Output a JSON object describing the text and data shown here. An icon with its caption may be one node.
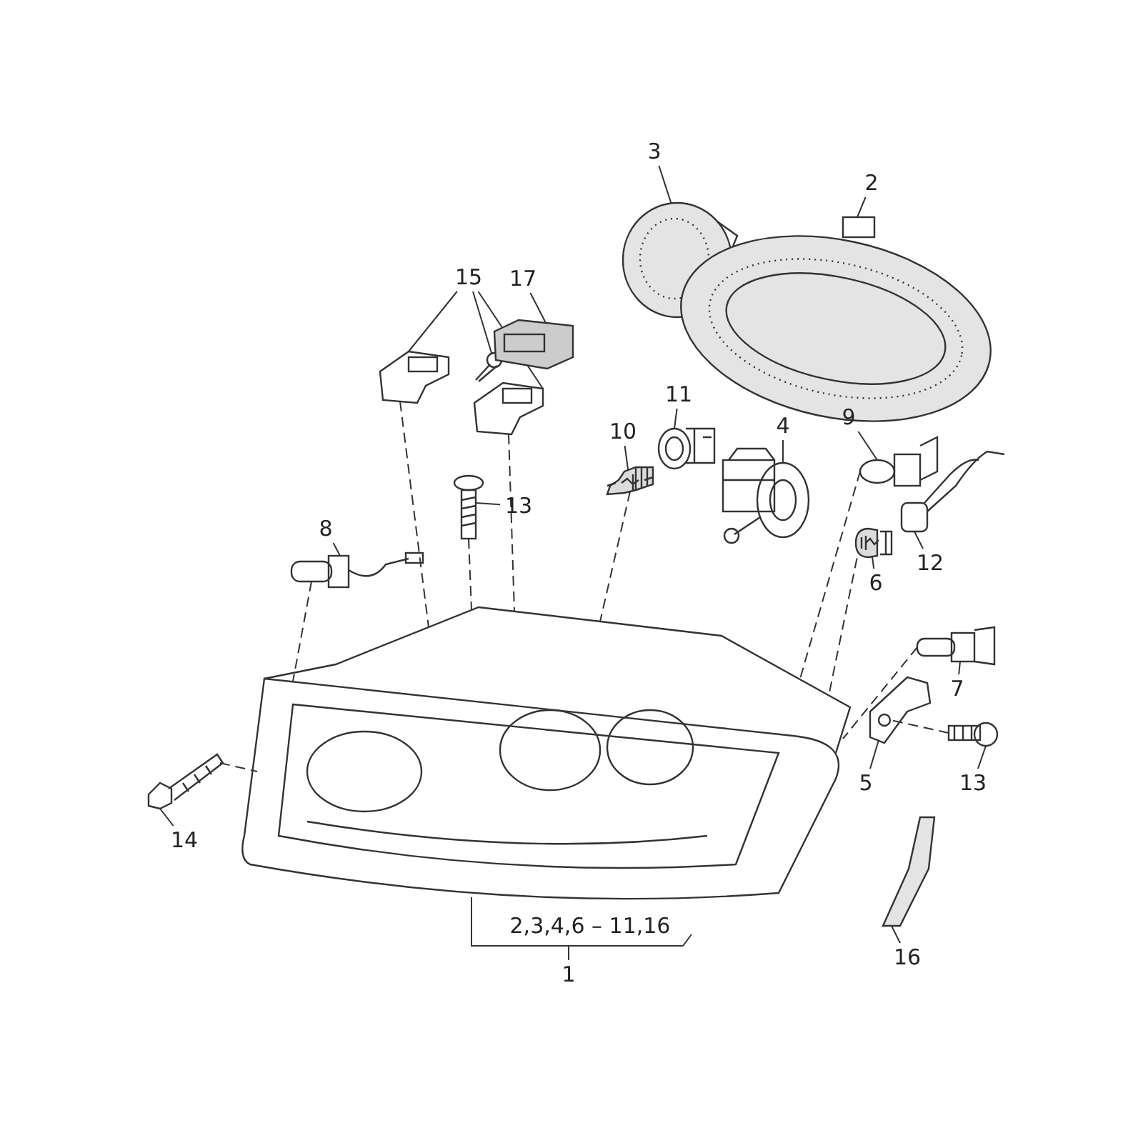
{
  "diagram": {
    "nodes": [
      {
        "text": [
          "3"
        ]
      },
      {
        "text": [],
        "shape": "picture"
      },
      {
        "text": [
          "2"
        ]
      },
      {
        "text": [],
        "shape": "picture"
      },
      {
        "text": [
          "15"
        ]
      },
      {
        "text": [],
        "shape": "picture"
      },
      {
        "text": [],
        "shape": "picture"
      },
      {
        "text": [],
        "shape": "picture"
      },
      {
        "text": [
          "17"
        ]
      },
      {
        "text": [],
        "shape": "picture"
      },
      {
        "text": [
          "11"
        ]
      },
      {
        "text": [],
        "shape": "picture"
      },
      {
        "text": [
          "10"
        ]
      },
      {
        "text": [],
        "shape": "picture"
      },
      {
        "text": [
          "4"
        ]
      },
      {
        "text": [],
        "shape": "picture"
      },
      {
        "text": [
          "9"
        ]
      },
      {
        "text": [],
        "shape": "picture"
      },
      {
        "text": [
          "13"
        ]
      },
      {
        "text": [],
        "shape": "picture"
      },
      {
        "text": [
          "8"
        ]
      },
      {
        "text": [],
        "shape": "picture"
      },
      {
        "text": [
          "12"
        ]
      },
      {
        "text": [],
        "shape": "picture"
      },
      {
        "text": [
          "6"
        ]
      },
      {
        "text": [],
        "shape": "picture"
      },
      {
        "text": [
          "7"
        ]
      },
      {
        "text": [],
        "shape": "picture"
      },
      {
        "text": [],
        "shape": "picture"
      },
      {
        "text": [
          "5"
        ]
      },
      {
        "text": [],
        "shape": "picture"
      },
      {
        "text": [
          "13"
        ]
      },
      {
        "text": [],
        "shape": "picture"
      },
      {
        "text": [
          "14"
        ]
      },
      {
        "text": [],
        "shape": "picture"
      },
      {
        "text": [
          "16"
        ]
      },
      {
        "text": [],
        "shape": "picture"
      },
      {
        "text": [
          "1"
        ]
      }
    ],
    "edges": [
      {
        "from": 0,
        "to": 1,
        "arrow": "none"
      },
      {
        "from": 2,
        "to": 3,
        "arrow": "none"
      },
      {
        "from": 4,
        "to": 5,
        "arrow": "none"
      },
      {
        "from": 4,
        "to": 6,
        "arrow": "none"
      },
      {
        "from": 4,
        "to": 7,
        "arrow": "none"
      },
      {
        "from": 8,
        "to": 9,
        "arrow": "none"
      },
      {
        "from": 10,
        "to": 11,
        "arrow": "none"
      },
      {
        "from": 12,
        "to": 13,
        "arrow": "none"
      },
      {
        "from": 14,
        "to": 15,
        "arrow": "none"
      },
      {
        "from": 16,
        "to": 17,
        "arrow": "none"
      },
      {
        "from": 18,
        "to": 19,
        "arrow": "none"
      },
      {
        "from": 20,
        "to": 21,
        "arrow": "none"
      },
      {
        "from": 22,
        "to": 23,
        "arrow": "none"
      },
      {
        "from": 24,
        "to": 25,
        "arrow": "none"
      },
      {
        "from": 26,
        "to": 27,
        "arrow": "none"
      },
      {
        "from": 29,
        "to": 30,
        "arrow": "none"
      },
      {
        "from": 31,
        "to": 32,
        "arrow": "none"
      },
      {
        "from": 33,
        "to": 34,
        "arrow": "none"
      },
      {
        "from": 35,
        "to": 36,
        "arrow": "none"
      },
      {
        "from": 37,
        "to": 28,
        "arrow": "none"
      },
      {
        "from": 5,
        "to": 28,
        "arrow": "none",
        "style": "dashed"
      },
      {
        "from": 7,
        "to": 28,
        "arrow": "none",
        "style": "dashed"
      },
      {
        "from": 13,
        "to": 28,
        "arrow": "none",
        "style": "dashed"
      },
      {
        "from": 17,
        "to": 28,
        "arrow": "none",
        "style": "dashed"
      },
      {
        "from": 19,
        "to": 28,
        "arrow": "none",
        "style": "dashed"
      },
      {
        "from": 21,
        "to": 28,
        "arrow": "none",
        "style": "dashed"
      },
      {
        "from": 25,
        "to": 28,
        "arrow": "none",
        "style": "dashed"
      },
      {
        "from": 27,
        "to": 28,
        "arrow": "none",
        "style": "dashed"
      },
      {
        "from": 32,
        "to": 30,
        "arrow": "none",
        "style": "dashed"
      },
      {
        "from": 34,
        "to": 28,
        "arrow": "none",
        "style": "dashed"
      }
    ],
    "labels": [
      "2,3,4,6 – 11,16"
    ]
  }
}
